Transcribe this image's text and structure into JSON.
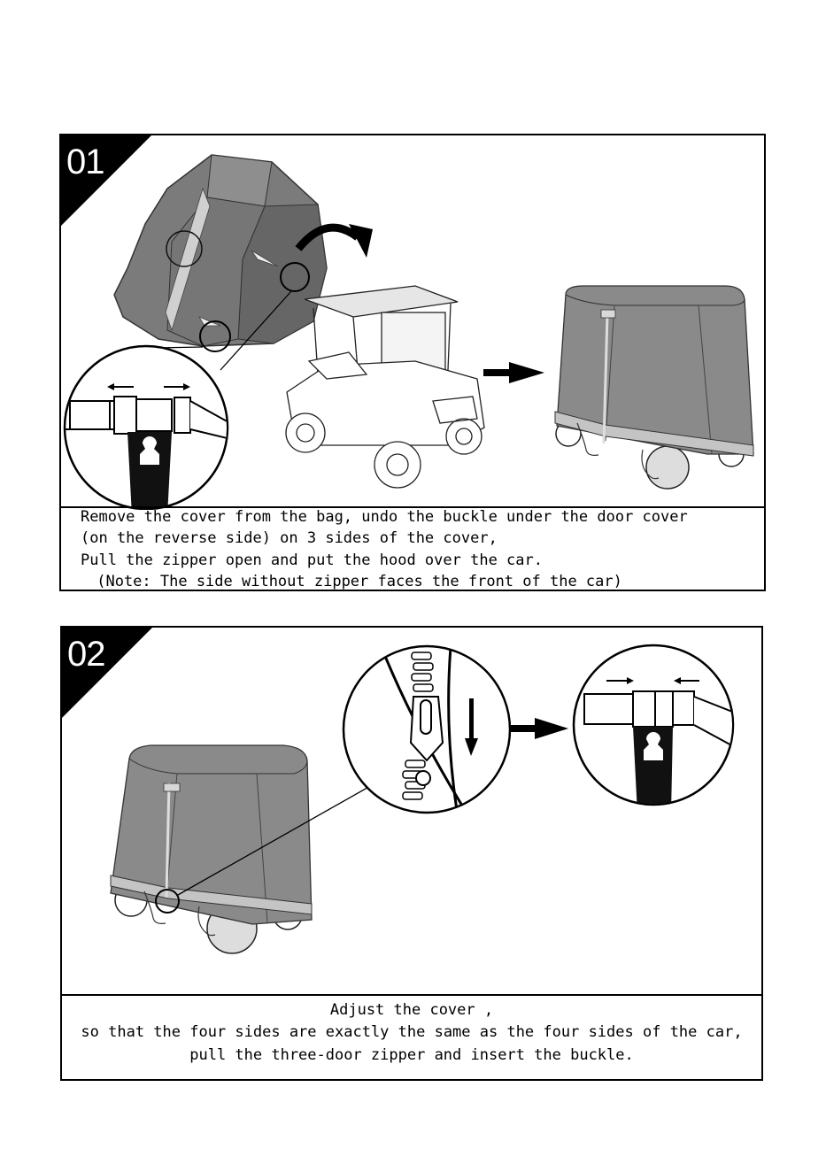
{
  "steps": [
    {
      "number": "01",
      "lines": [
        "Remove the cover from the bag, undo the buckle under the door cover",
        "(on the reverse side) on 3 sides of the cover,",
        "Pull the zipper open and put the hood over the car.",
        " (Note: The side without zipper faces the front of the car)"
      ]
    },
    {
      "number": "02",
      "lines": [
        "Adjust the cover ,",
        "so that the four sides are exactly the same as the four sides of the car,",
        "pull the three-door zipper and insert the buckle."
      ]
    }
  ],
  "icons": {
    "arrow": "right-arrow-icon",
    "curved_arrow": "curved-arrow-icon"
  },
  "colors": {
    "cover_dark": "#6e6e6e",
    "cover_mid": "#8a8a8a",
    "cover_light": "#9a9a9a",
    "reflective_strip": "#bdbdbd",
    "badge": "#000000"
  }
}
